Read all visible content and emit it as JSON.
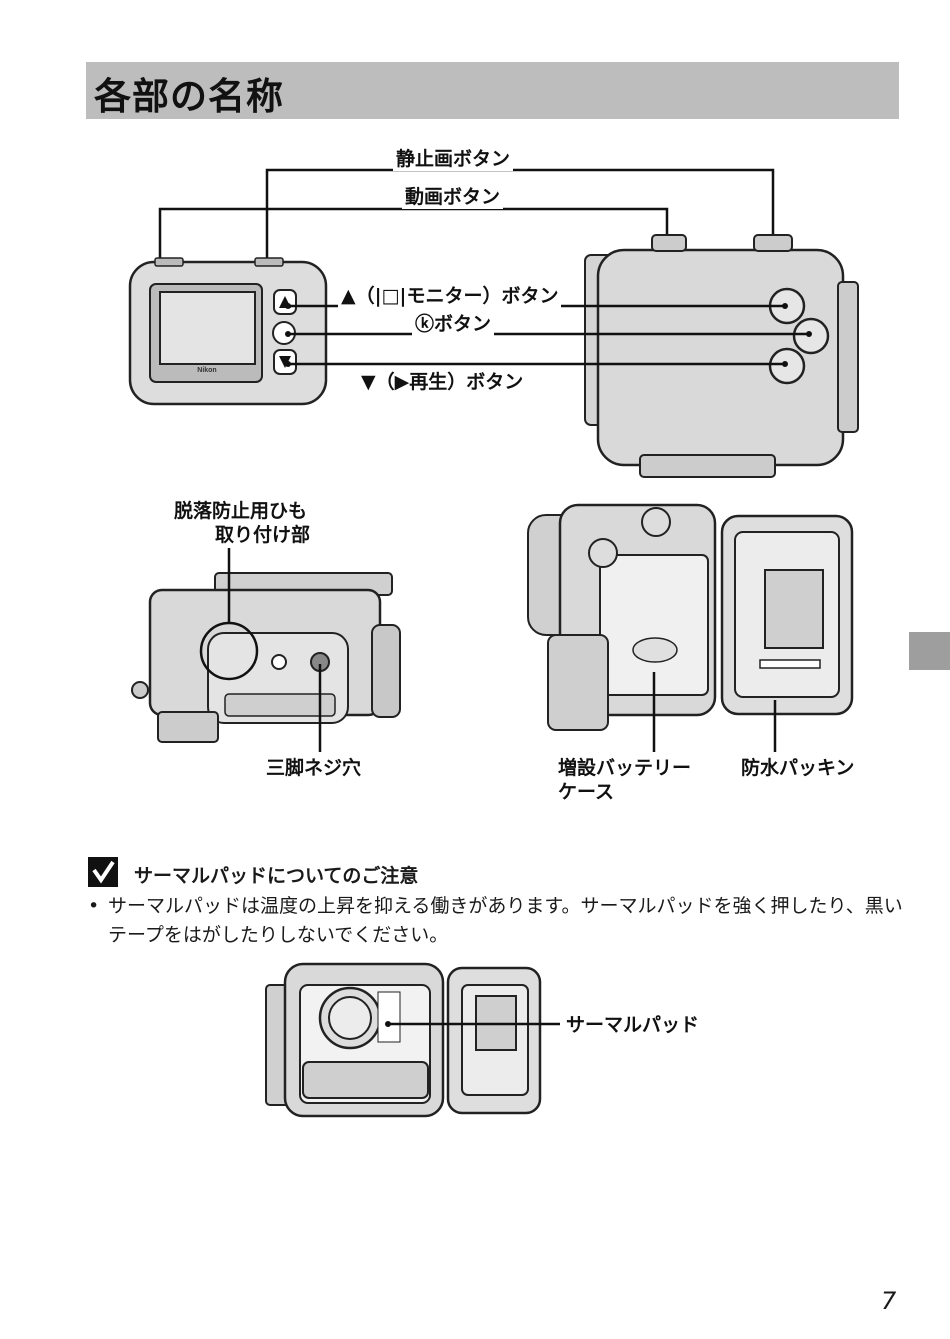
{
  "page": {
    "title": "各部の名称",
    "number": "7"
  },
  "figure1": {
    "still_button": "静止画ボタン",
    "movie_button": "動画ボタン",
    "up_button": "▲（|□|モニター）ボタン",
    "ok_button": "ⓚボタン",
    "down_button": "▼（▶再生）ボタン",
    "camera_brand": "Nikon"
  },
  "figure2": {
    "strap_eyelet_line1": "脱落防止用ひも",
    "strap_eyelet_line2": "取り付け部",
    "tripod_socket": "三脚ネジ穴",
    "battery_case_line1": "増設バッテリー",
    "battery_case_line2": "ケース",
    "waterproof_packing": "防水パッキン"
  },
  "note": {
    "title": "サーマルパッドについてのご注意",
    "bullet": "•",
    "text": "サーマルパッドは温度の上昇を抑える働きがあります。サーマルパッドを強く押したり、黒いテープをはがしたりしないでください。"
  },
  "figure3": {
    "thermal_pad": "サーマルパッド"
  }
}
